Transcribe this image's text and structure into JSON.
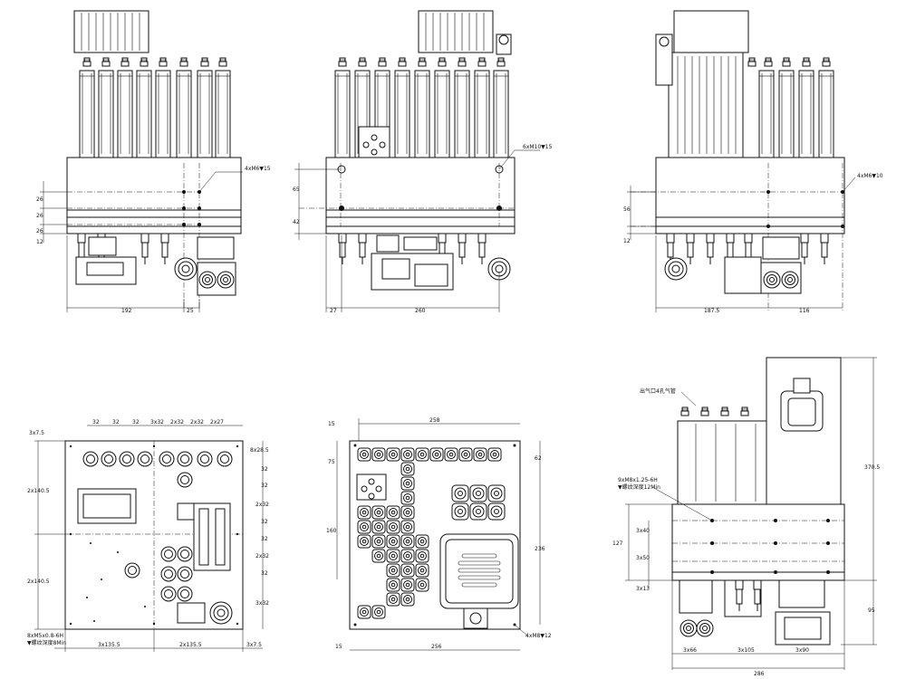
{
  "views": {
    "front": {
      "dims_vertical": [
        "26",
        "26",
        "26",
        "12"
      ],
      "dims_horizontal": [
        "192",
        "25"
      ],
      "callout": "4xM6▼15"
    },
    "rear": {
      "dims_vertical": [
        "65",
        "42"
      ],
      "dims_horizontal": [
        "27",
        "260"
      ],
      "callout": "6xM10▼15"
    },
    "side": {
      "dims_vertical": [
        "56",
        "12"
      ],
      "dims_horizontal": [
        "187.5",
        "116"
      ],
      "callout": "4xM6▼10"
    },
    "bottom": {
      "top_dims": [
        "32",
        "32",
        "32",
        "3x32",
        "2x32",
        "2x32",
        "2x27"
      ],
      "corner_dim": "3x7.5",
      "right_dims": [
        "8x28.5",
        "32",
        "32",
        "2x32",
        "32",
        "32",
        "2x32",
        "32",
        "3x32"
      ],
      "left_dims": [
        "2x140.5",
        "2x140.5"
      ],
      "bottom_dims": [
        "3x135.5",
        "2x135.5",
        "3x7.5"
      ],
      "note_line1": "8xM5x0.8-6H",
      "note_line2": "▼螺纹深度8Min"
    },
    "top": {
      "dims": [
        "15",
        "258",
        "75",
        "62",
        "160",
        "236",
        "15",
        "256"
      ],
      "callout": "4xM8▼12"
    },
    "iso": {
      "label_air": "出气口4孔气管",
      "note_line1": "9xM8x1.25-6H",
      "note_line2": "▼螺纹深度12Min",
      "left_dims": [
        "3x40",
        "3x50",
        "3x13"
      ],
      "height_main": "127",
      "height_total": "370.5",
      "height_lower": "95",
      "bottom_dims": [
        "3x66",
        "3x105",
        "3x90"
      ],
      "width_total": "286"
    }
  }
}
